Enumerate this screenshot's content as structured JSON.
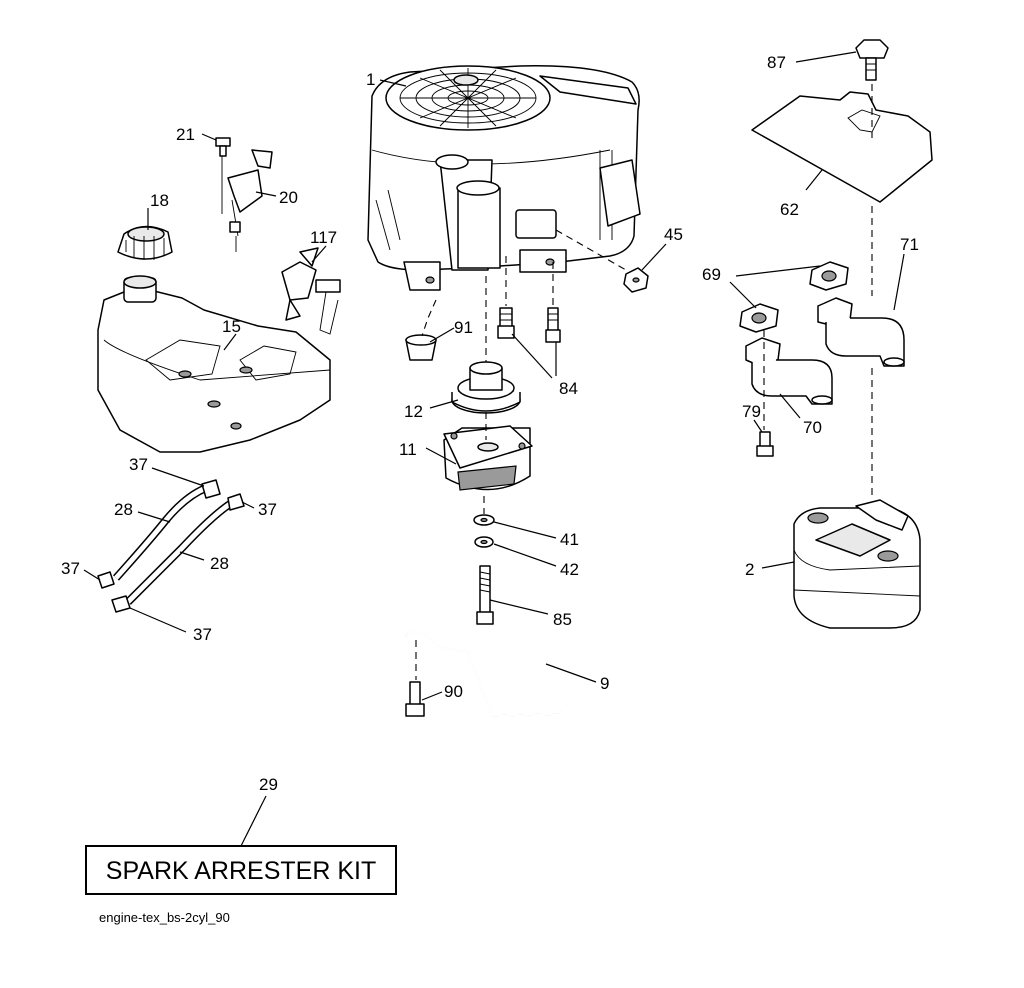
{
  "diagram": {
    "part_labels": [
      {
        "id": "1"
      },
      {
        "id": "87"
      },
      {
        "id": "21"
      },
      {
        "id": "20"
      },
      {
        "id": "18"
      },
      {
        "id": "117"
      },
      {
        "id": "45"
      },
      {
        "id": "62"
      },
      {
        "id": "71"
      },
      {
        "id": "69"
      },
      {
        "id": "15"
      },
      {
        "id": "91"
      },
      {
        "id": "84"
      },
      {
        "id": "12"
      },
      {
        "id": "79"
      },
      {
        "id": "70"
      },
      {
        "id": "11"
      },
      {
        "id": "37"
      },
      {
        "id": "37"
      },
      {
        "id": "28"
      },
      {
        "id": "28"
      },
      {
        "id": "41"
      },
      {
        "id": "42"
      },
      {
        "id": "37"
      },
      {
        "id": "2"
      },
      {
        "id": "85"
      },
      {
        "id": "37"
      },
      {
        "id": "9"
      },
      {
        "id": "90"
      },
      {
        "id": "29"
      }
    ],
    "kit_box_label": "SPARK ARRESTER KIT",
    "filename": "engine-tex_bs-2cyl_90"
  }
}
